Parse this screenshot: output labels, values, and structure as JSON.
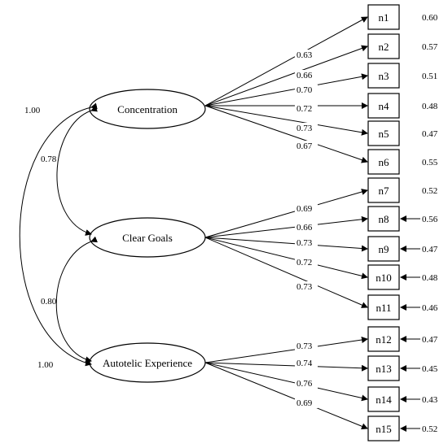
{
  "factors": [
    {
      "id": "concentration",
      "label": "Concentration"
    },
    {
      "id": "clear-goals",
      "label": "Clear Goals"
    },
    {
      "id": "autotelic",
      "label": "Autotelic Experience"
    }
  ],
  "items": [
    {
      "label": "n1",
      "error": "0.60",
      "error_arrow": false
    },
    {
      "label": "n2",
      "error": "0.57",
      "error_arrow": false
    },
    {
      "label": "n3",
      "error": "0.51",
      "error_arrow": false
    },
    {
      "label": "n4",
      "error": "0.48",
      "error_arrow": false
    },
    {
      "label": "n5",
      "error": "0.47",
      "error_arrow": false
    },
    {
      "label": "n6",
      "error": "0.55",
      "error_arrow": false
    },
    {
      "label": "n7",
      "error": "0.52",
      "error_arrow": false
    },
    {
      "label": "n8",
      "error": "0.56",
      "error_arrow": true
    },
    {
      "label": "n9",
      "error": "0.47",
      "error_arrow": true
    },
    {
      "label": "n10",
      "error": "0.48",
      "error_arrow": true
    },
    {
      "label": "n11",
      "error": "0.46",
      "error_arrow": true
    },
    {
      "label": "n12",
      "error": "0.47",
      "error_arrow": true
    },
    {
      "label": "n13",
      "error": "0.45",
      "error_arrow": true
    },
    {
      "label": "n14",
      "error": "0.43",
      "error_arrow": true
    },
    {
      "label": "n15",
      "error": "0.52",
      "error_arrow": true
    }
  ],
  "loadings": [
    {
      "factor": 0,
      "item": 0,
      "value": "0.63"
    },
    {
      "factor": 0,
      "item": 1,
      "value": "0.66"
    },
    {
      "factor": 0,
      "item": 2,
      "value": "0.70"
    },
    {
      "factor": 0,
      "item": 3,
      "value": "0.72"
    },
    {
      "factor": 0,
      "item": 4,
      "value": "0.73"
    },
    {
      "factor": 0,
      "item": 5,
      "value": "0.67"
    },
    {
      "factor": 1,
      "item": 6,
      "value": "0.69"
    },
    {
      "factor": 1,
      "item": 7,
      "value": "0.66"
    },
    {
      "factor": 1,
      "item": 8,
      "value": "0.73"
    },
    {
      "factor": 1,
      "item": 9,
      "value": "0.72"
    },
    {
      "factor": 1,
      "item": 10,
      "value": "0.73"
    },
    {
      "factor": 2,
      "item": 11,
      "value": "0.73"
    },
    {
      "factor": 2,
      "item": 12,
      "value": "0.74"
    },
    {
      "factor": 2,
      "item": 13,
      "value": "0.76"
    },
    {
      "factor": 2,
      "item": 14,
      "value": "0.69"
    }
  ],
  "correlations": [
    {
      "from": 0,
      "to": 1,
      "value": "0.78"
    },
    {
      "from": 1,
      "to": 2,
      "value": "0.80"
    },
    {
      "from": 0,
      "to": 2,
      "value": "1.00"
    }
  ],
  "variances": [
    {
      "factor": 0,
      "value": "1.00"
    },
    {
      "factor": 2,
      "value": "1.00"
    }
  ]
}
